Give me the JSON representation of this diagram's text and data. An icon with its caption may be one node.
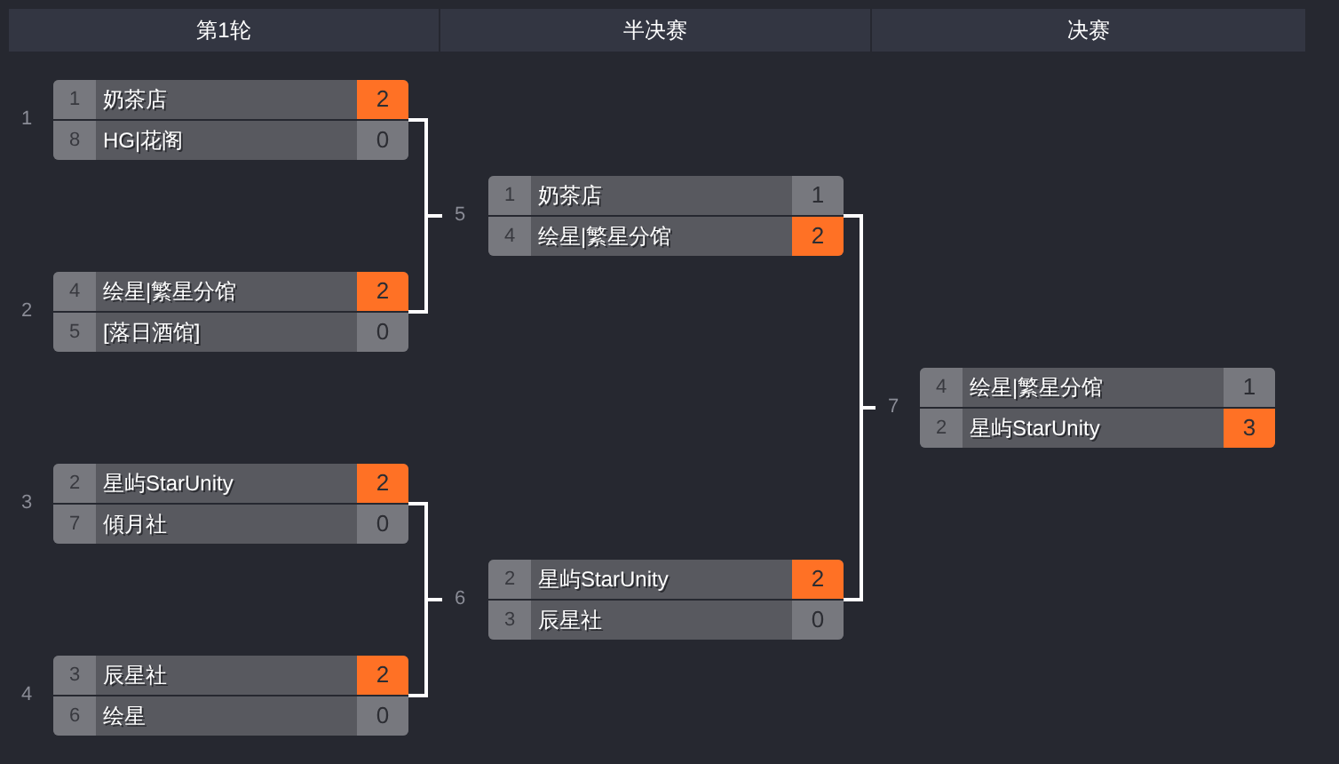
{
  "diagram": {
    "nodes": [
      {
        "text": [
          "1"
        ]
      },
      {
        "text": [
          "1",
          "奶茶店",
          "2"
        ],
        "in": 0
      },
      {
        "text": [
          "8",
          "HG|花阁",
          "0"
        ],
        "in": 0
      },
      {
        "text": [
          "2"
        ]
      },
      {
        "text": [
          "4",
          "绘星|繁星分馆",
          "2"
        ],
        "in": 3
      },
      {
        "text": [
          "5",
          "[落日酒馆]",
          "0"
        ],
        "in": 3
      },
      {
        "text": [
          "3"
        ]
      },
      {
        "text": [
          "2",
          "星屿StarUnity",
          "2"
        ],
        "in": 6
      },
      {
        "text": [
          "7",
          "傾月社",
          "0"
        ],
        "in": 6
      },
      {
        "text": [
          "4"
        ]
      },
      {
        "text": [
          "3",
          "辰星社",
          "2"
        ],
        "in": 9
      },
      {
        "text": [
          "6",
          "绘星",
          "0"
        ],
        "in": 9
      },
      {
        "text": [
          "5"
        ]
      },
      {
        "text": [
          "1",
          "奶茶店",
          "1"
        ],
        "in": 12
      },
      {
        "text": [
          "4",
          "绘星|繁星分馆",
          "2"
        ],
        "in": 12
      },
      {
        "text": [
          "6"
        ]
      },
      {
        "text": [
          "2",
          "星屿StarUnity",
          "2"
        ],
        "in": 15
      },
      {
        "text": [
          "3",
          "辰星社",
          "0"
        ],
        "in": 15
      },
      {
        "text": [
          "7"
        ]
      },
      {
        "text": [
          "4",
          "绘星|繁星分馆",
          "1"
        ],
        "in": 18
      },
      {
        "text": [
          "2",
          "星屿StarUnity",
          "3"
        ],
        "in": 18
      }
    ],
    "edges": [
      {
        "from": 0,
        "to": 12,
        "arrow": "none"
      },
      {
        "from": 3,
        "to": 12,
        "arrow": "none"
      },
      {
        "from": 6,
        "to": 15,
        "arrow": "none"
      },
      {
        "from": 9,
        "to": 15,
        "arrow": "none"
      },
      {
        "from": 12,
        "to": 18,
        "arrow": "none"
      },
      {
        "from": 15,
        "to": 18,
        "arrow": "none"
      }
    ],
    "labels": [
      "第1轮",
      "半决赛",
      "决赛"
    ]
  }
}
